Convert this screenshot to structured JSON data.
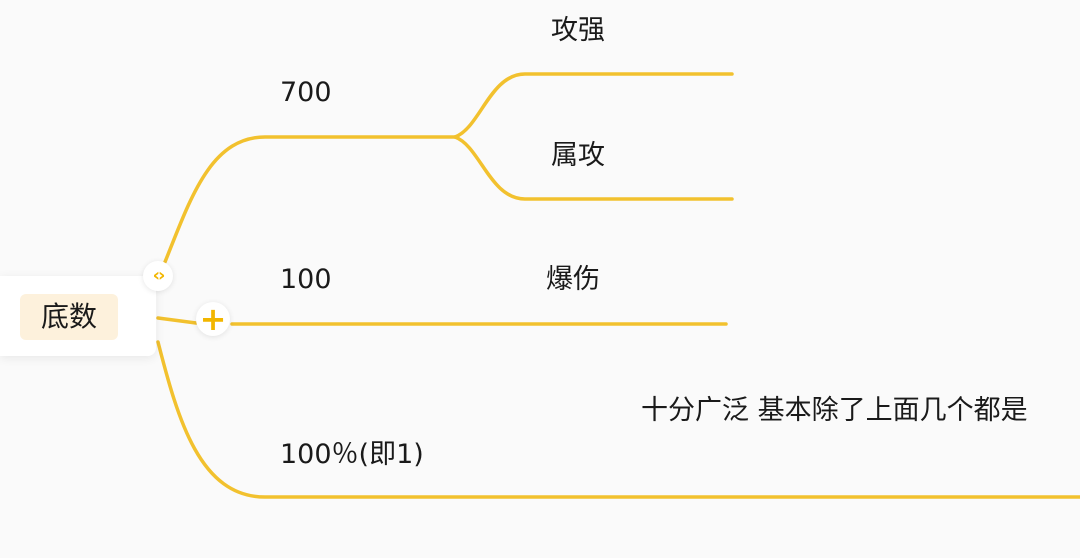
{
  "mindmap": {
    "root": {
      "label": "底数"
    },
    "controls": {
      "collapse_icon": "collapse-arrows-icon",
      "collapse_glyph": "‹›",
      "add_icon": "plus-icon",
      "add_glyph": "+"
    },
    "branches": [
      {
        "label": "700",
        "children": [
          {
            "label": "攻强"
          },
          {
            "label": "属攻"
          }
        ]
      },
      {
        "label": "100",
        "children": [
          {
            "label": "爆伤"
          }
        ]
      },
      {
        "label": "100％(即1)",
        "children": [
          {
            "label": "十分广泛 基本除了上面几个都是"
          }
        ]
      }
    ],
    "colors": {
      "edge": "#f2c12e",
      "root_highlight": "#fdf1dc",
      "control_accent": "#f2b600",
      "background": "#fafafa"
    }
  }
}
